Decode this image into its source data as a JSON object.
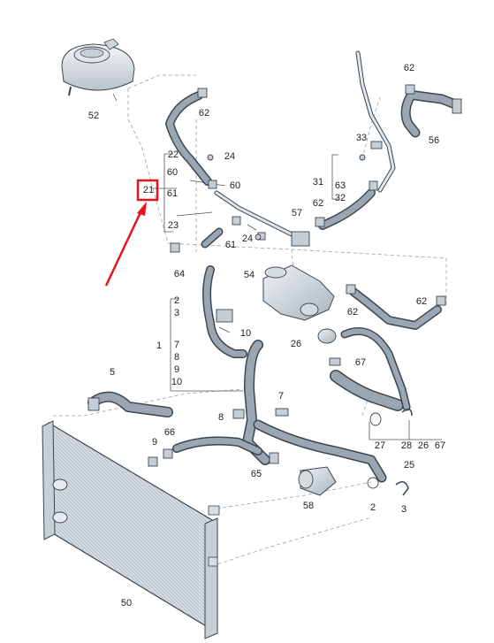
{
  "diagram": {
    "highlight_color": "#e8121b",
    "hose_color": "#9aa7b3",
    "hose_outline": "#3c4650",
    "callouts": {
      "c52": "52",
      "c62a": "62",
      "c62b": "62",
      "c62c": "62",
      "c62d": "62",
      "c62e": "62",
      "c56": "56",
      "c33": "33",
      "c22": "22",
      "c24a": "24",
      "c24b": "24",
      "c60a": "60",
      "c60b": "60",
      "c21": "21",
      "c61a": "61",
      "c61b": "61",
      "c31": "31",
      "c63": "63",
      "c32": "32",
      "c23": "23",
      "c57": "57",
      "c64": "64",
      "c54": "54",
      "c2a": "2",
      "c3a": "3",
      "c10a": "10",
      "c26a": "26",
      "c26b": "26",
      "c67a": "67",
      "c67b": "67",
      "c1": "1",
      "c7a": "7",
      "c8a": "8",
      "c9a": "9",
      "c10b": "10",
      "c5": "5",
      "c7b": "7",
      "c8b": "8",
      "c9b": "9",
      "c66": "66",
      "c27": "27",
      "c28": "28",
      "c25": "25",
      "c65": "65",
      "c58": "58",
      "c2b": "2",
      "c3b": "3",
      "c50": "50"
    }
  }
}
